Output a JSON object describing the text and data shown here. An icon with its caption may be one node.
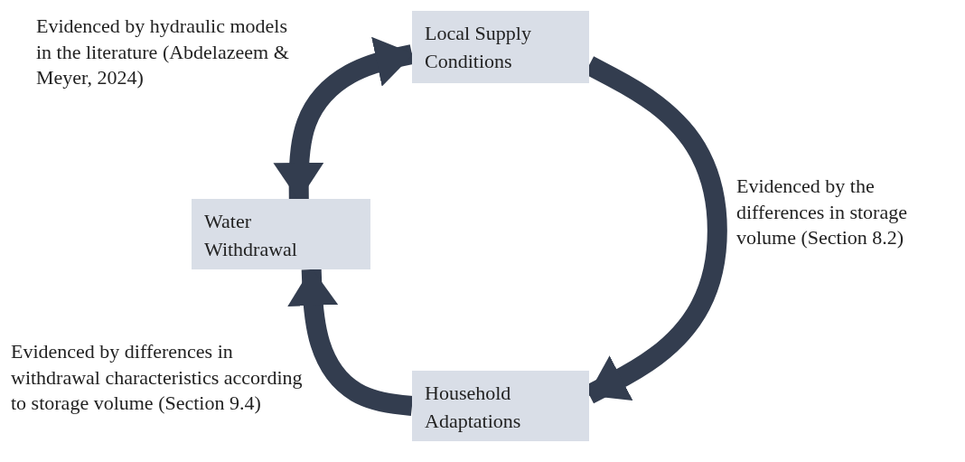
{
  "diagram": {
    "nodes": [
      {
        "text": [
          "Local Supply Conditions"
        ]
      },
      {
        "text": [
          "Water Withdrawal"
        ]
      },
      {
        "text": [
          "Household Adaptations"
        ]
      }
    ],
    "edges": [
      {
        "from": 0,
        "to": 2,
        "arrow": "to",
        "label": "Evidenced by the differences in storage volume (Section 8.2)"
      },
      {
        "from": 2,
        "to": 1,
        "arrow": "to",
        "label": "Evidenced by differences in withdrawal characteristics according to storage volume (Section 9.4)"
      },
      {
        "from": 1,
        "to": 0,
        "arrow": "both",
        "label": "Evidenced by hydraulic models in the literature (Abdelazeem & Meyer, 2024)"
      }
    ]
  }
}
